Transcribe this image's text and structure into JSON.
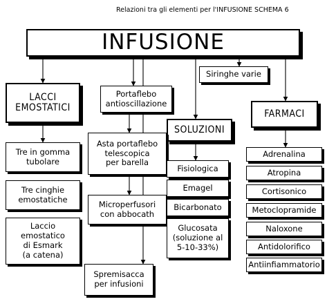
{
  "header": "Relazioni tra gli elementi per l'INFUSIONE SCHEMA 6",
  "title": "INFUSIONE",
  "categories": {
    "lacci": "LACCI\nEMOSTATICI",
    "portaflebo": "Portaflebo\nantioscillazione",
    "siringhe": "Siringhe varie",
    "soluzioni": "SOLUZIONI",
    "farmaci": "FARMACI"
  },
  "lacci_items": [
    "Tre in gomma\ntubolare",
    "Tre cinghie\nemostatiche",
    "Laccio\nemostatico\ndi Esmark\n(a catena)"
  ],
  "portaflebo_items": [
    "Asta portaflebo\ntelescopica\nper barella",
    "Microperfusori\ncon abbocath",
    "Spremisacca\nper infusioni"
  ],
  "soluzioni_items": [
    "Fisiologica",
    "Emagel",
    "Bicarbonato",
    "Glucosata\n(soluzione al\n5-10-33%)"
  ],
  "farmaci_items": [
    "Adrenalina",
    "Atropina",
    "Cortisonico",
    "Metoclopramide",
    "Naloxone",
    "Antidolorifico",
    "Antiinfiammatorio"
  ]
}
